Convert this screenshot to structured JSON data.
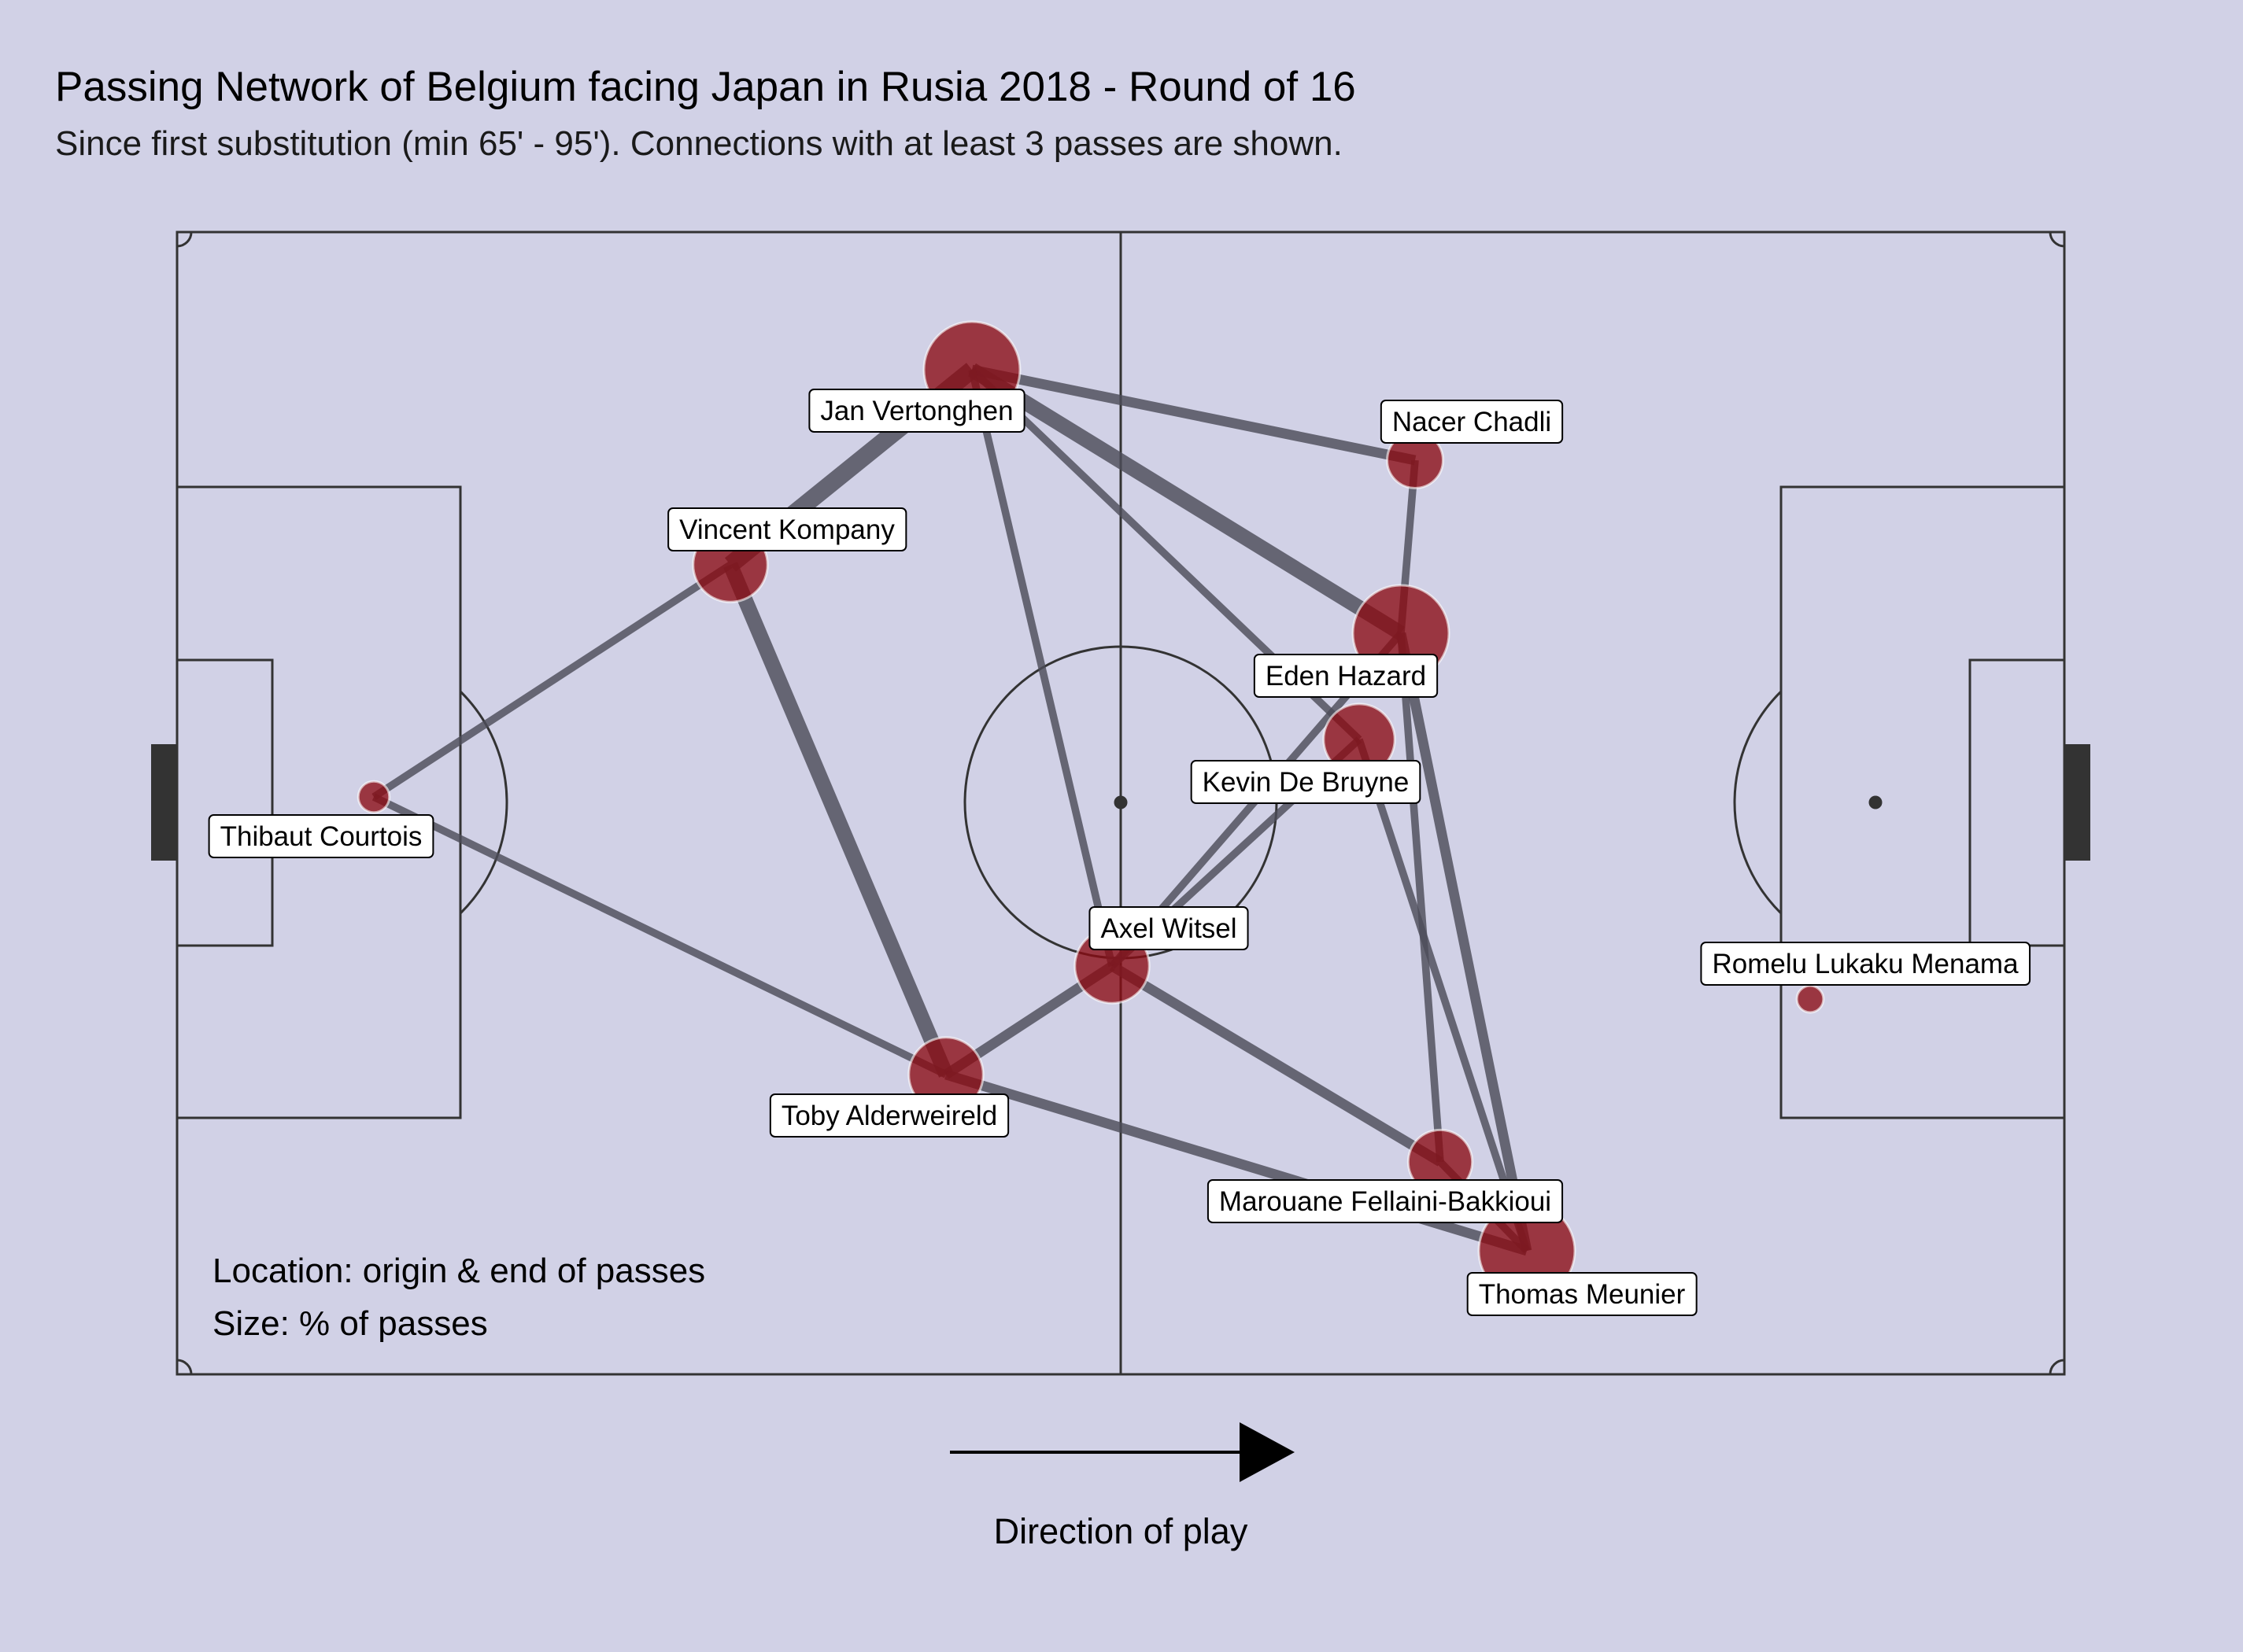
{
  "title": "Passing Network of Belgium facing Japan in Rusia 2018 - Round of 16",
  "subtitle": "Since first substitution (min 65' - 95'). Connections with at least 3 passes are shown.",
  "notes": {
    "location": "Location: origin & end of passes",
    "size": "Size: % of passes"
  },
  "direction_label": "Direction of play",
  "colors": {
    "background": "#d1d1e6",
    "node_fill": "#8b0a12",
    "edge": "#4d4d59",
    "pitch_lines": "#333333"
  },
  "players": [
    {
      "id": "courtois",
      "name": "Thibaut Courtois",
      "size": 0.5
    },
    {
      "id": "kompany",
      "name": "Vincent Kompany",
      "size": 5
    },
    {
      "id": "vertonghen",
      "name": "Jan Vertonghen",
      "size": 9
    },
    {
      "id": "alderweireld",
      "name": "Toby Alderweireld",
      "size": 5
    },
    {
      "id": "witsel",
      "name": "Axel Witsel",
      "size": 5
    },
    {
      "id": "chadli",
      "name": "Nacer Chadli",
      "size": 2.5
    },
    {
      "id": "hazard",
      "name": "Eden Hazard",
      "size": 9
    },
    {
      "id": "debruyne",
      "name": "Kevin De Bruyne",
      "size": 4.5
    },
    {
      "id": "fellaini",
      "name": "Marouane Fellaini-Bakkioui",
      "size": 3.5
    },
    {
      "id": "meunier",
      "name": "Thomas Meunier",
      "size": 9
    },
    {
      "id": "lukaku",
      "name": "Romelu Lukaku Menama",
      "size": 0.3
    }
  ],
  "connections": [
    {
      "from": "courtois",
      "to": "kompany",
      "weight": 3
    },
    {
      "from": "courtois",
      "to": "alderweireld",
      "weight": 3
    },
    {
      "from": "kompany",
      "to": "vertonghen",
      "weight": 7
    },
    {
      "from": "kompany",
      "to": "alderweireld",
      "weight": 6
    },
    {
      "from": "vertonghen",
      "to": "chadli",
      "weight": 4
    },
    {
      "from": "vertonghen",
      "to": "hazard",
      "weight": 6
    },
    {
      "from": "vertonghen",
      "to": "debruyne",
      "weight": 3
    },
    {
      "from": "vertonghen",
      "to": "witsel",
      "weight": 3
    },
    {
      "from": "alderweireld",
      "to": "witsel",
      "weight": 4
    },
    {
      "from": "alderweireld",
      "to": "meunier",
      "weight": 4
    },
    {
      "from": "witsel",
      "to": "hazard",
      "weight": 3
    },
    {
      "from": "witsel",
      "to": "debruyne",
      "weight": 3
    },
    {
      "from": "witsel",
      "to": "fellaini",
      "weight": 4
    },
    {
      "from": "chadli",
      "to": "hazard",
      "weight": 3
    },
    {
      "from": "hazard",
      "to": "fellaini",
      "weight": 3
    },
    {
      "from": "hazard",
      "to": "meunier",
      "weight": 4
    },
    {
      "from": "debruyne",
      "to": "meunier",
      "weight": 3
    },
    {
      "from": "fellaini",
      "to": "meunier",
      "weight": 3
    }
  ]
}
